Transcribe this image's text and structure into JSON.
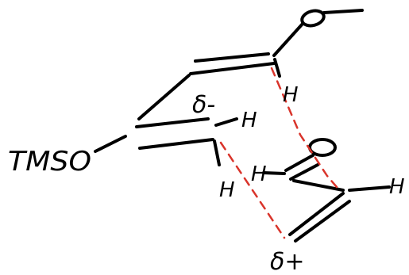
{
  "colors": {
    "ink": "#000000",
    "dashed_bond": "#d9342b",
    "background": "#ffffff"
  },
  "labels": {
    "tmso": "TMSO",
    "delta_minus": "δ-",
    "delta_plus": "δ+",
    "hydrogen": "H"
  }
}
